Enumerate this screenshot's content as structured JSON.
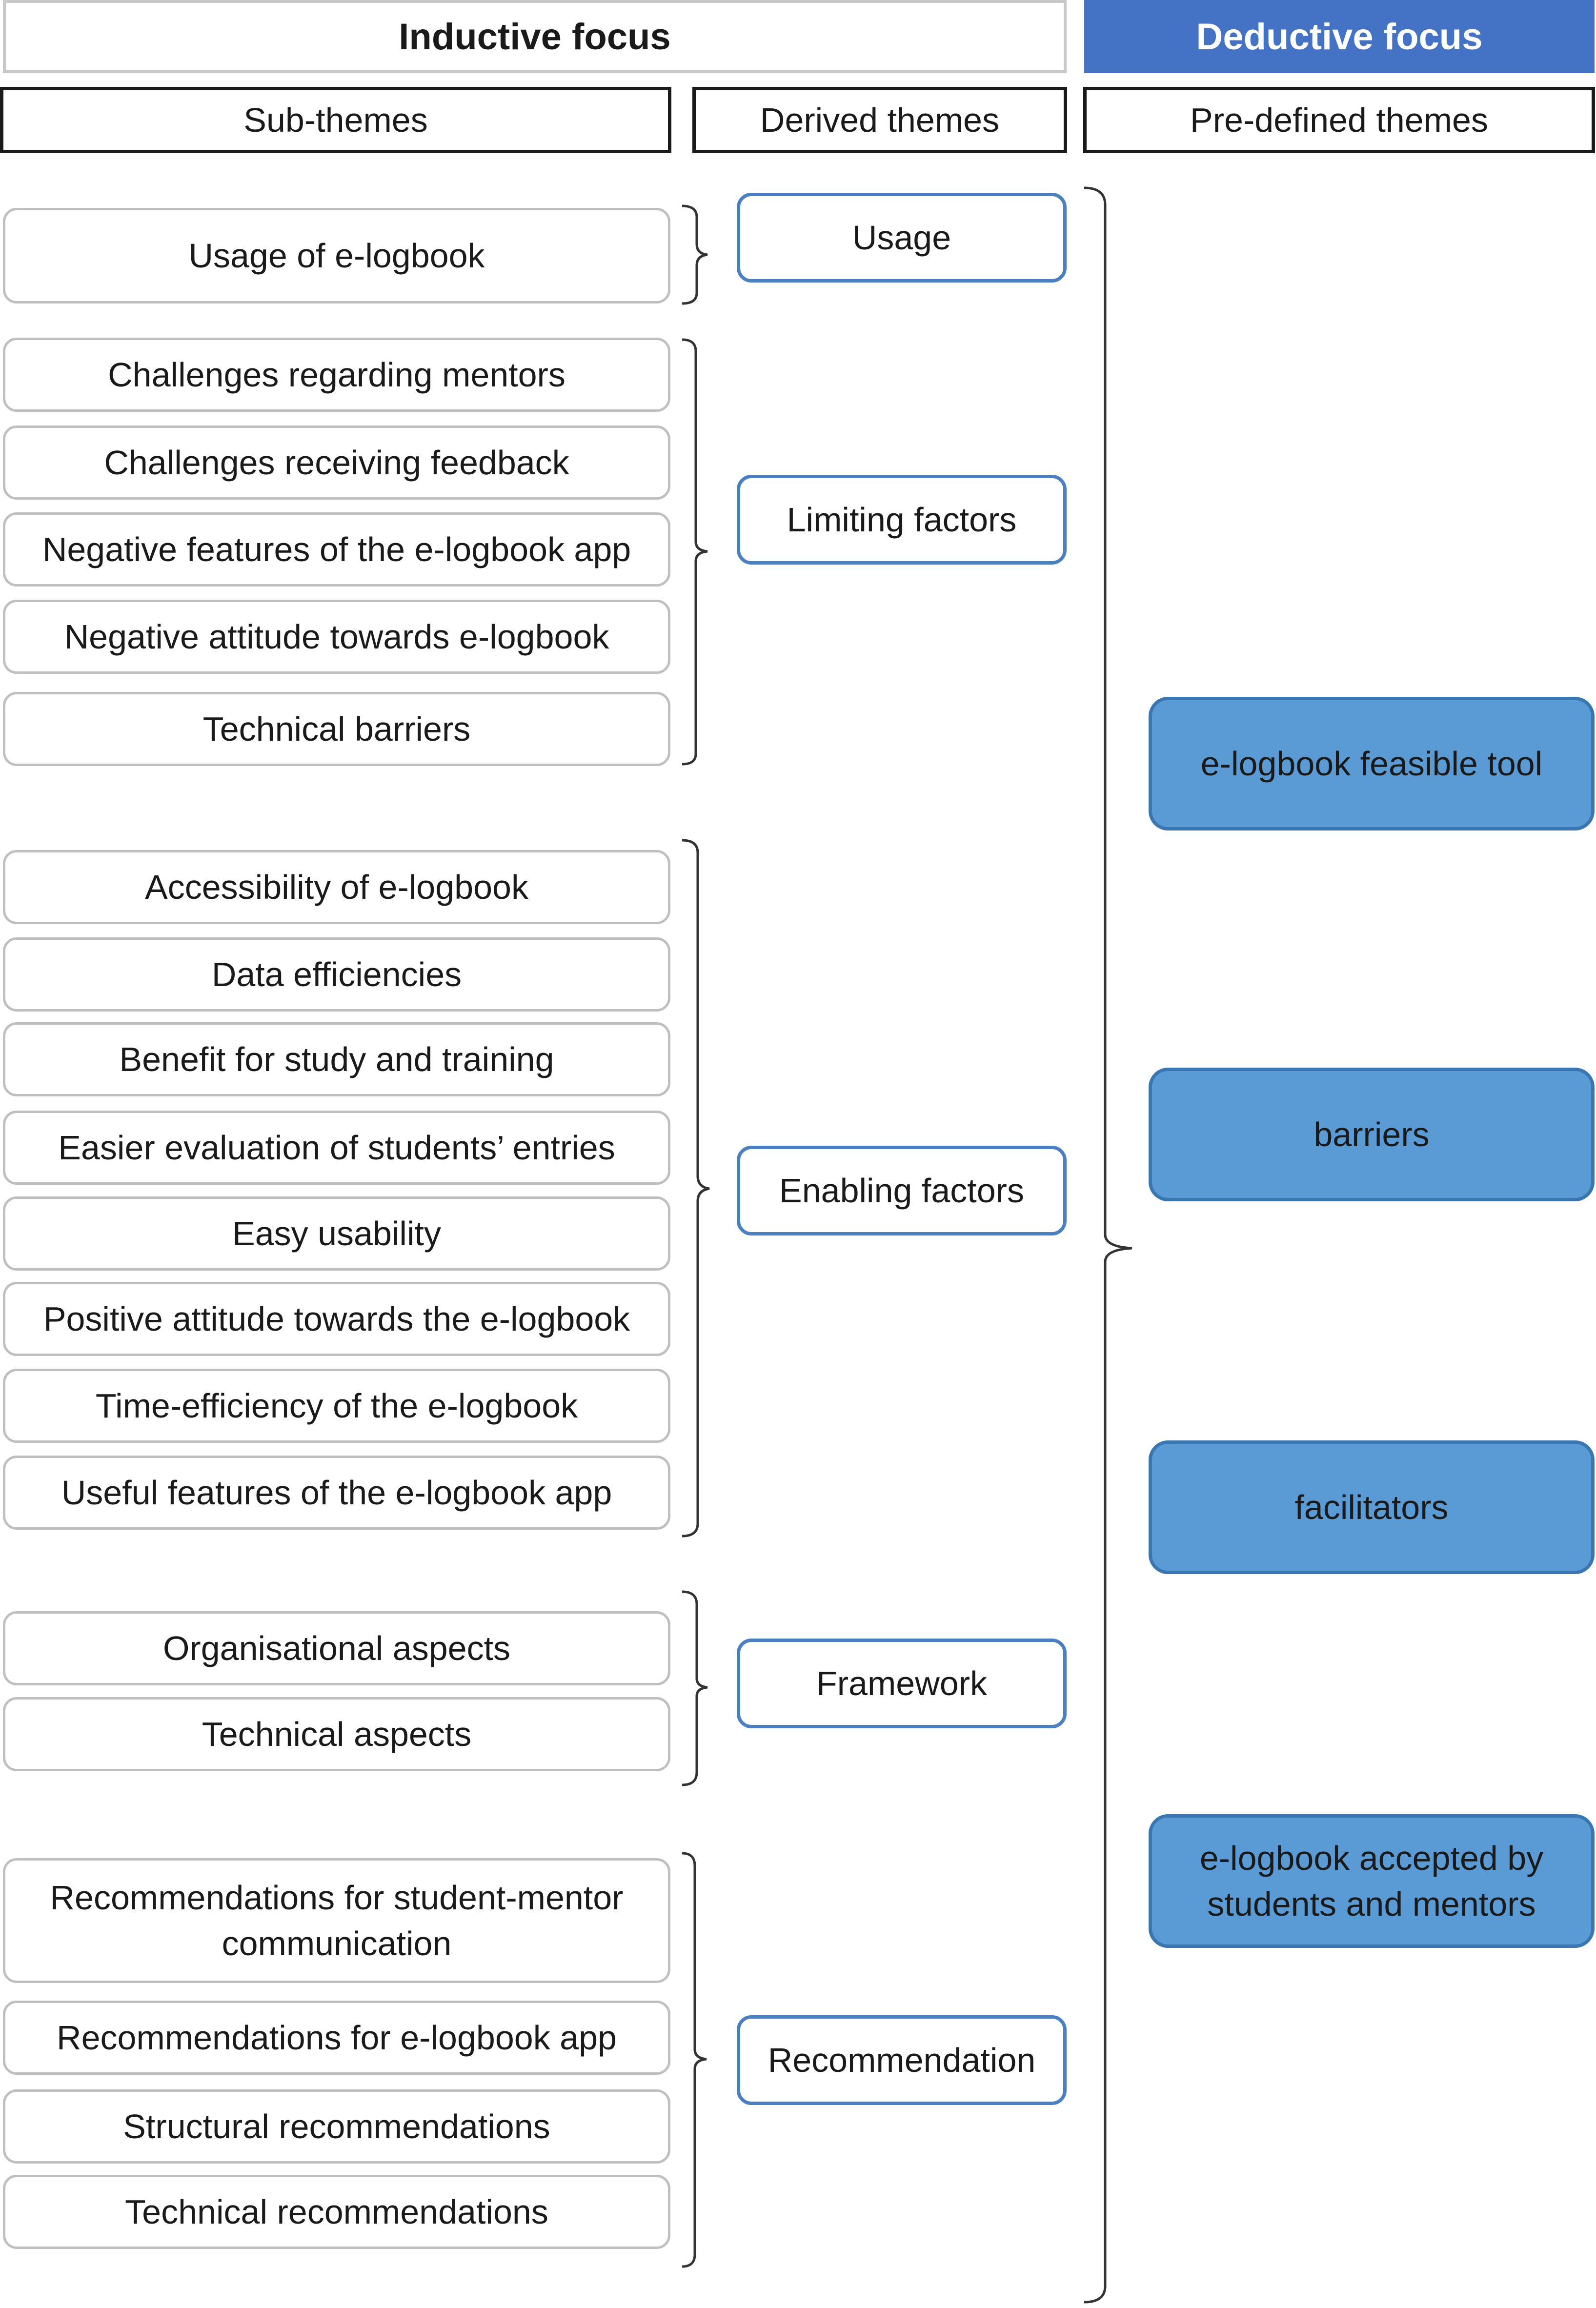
{
  "headers": {
    "inductive": "Inductive focus",
    "deductive": "Deductive focus",
    "sub_themes": "Sub-themes",
    "derived_themes": "Derived themes",
    "predefined_themes": "Pre-defined themes"
  },
  "sub_themes": [
    "Usage of e-logbook",
    "Challenges regarding mentors",
    "Challenges receiving feedback",
    "Negative features of the e-logbook app",
    "Negative attitude towards e-logbook",
    "Technical barriers",
    "Accessibility of e-logbook",
    "Data efficiencies",
    "Benefit for study and training",
    "Easier evaluation of students’ entries",
    "Easy usability",
    "Positive attitude towards the e-logbook",
    "Time-efficiency of the e-logbook",
    "Useful features of the e-logbook app",
    "Organisational aspects",
    "Technical aspects",
    "Recommendations for student-mentor communication",
    "Recommendations for e-logbook app",
    "Structural recommendations",
    "Technical recommendations"
  ],
  "derived_themes": [
    "Usage",
    "Limiting factors",
    "Enabling factors",
    "Framework",
    "Recommendation"
  ],
  "predefined_themes": [
    "e-logbook feasible tool",
    "barriers",
    "facilitators",
    "e-logbook accepted by students and mentors"
  ]
}
